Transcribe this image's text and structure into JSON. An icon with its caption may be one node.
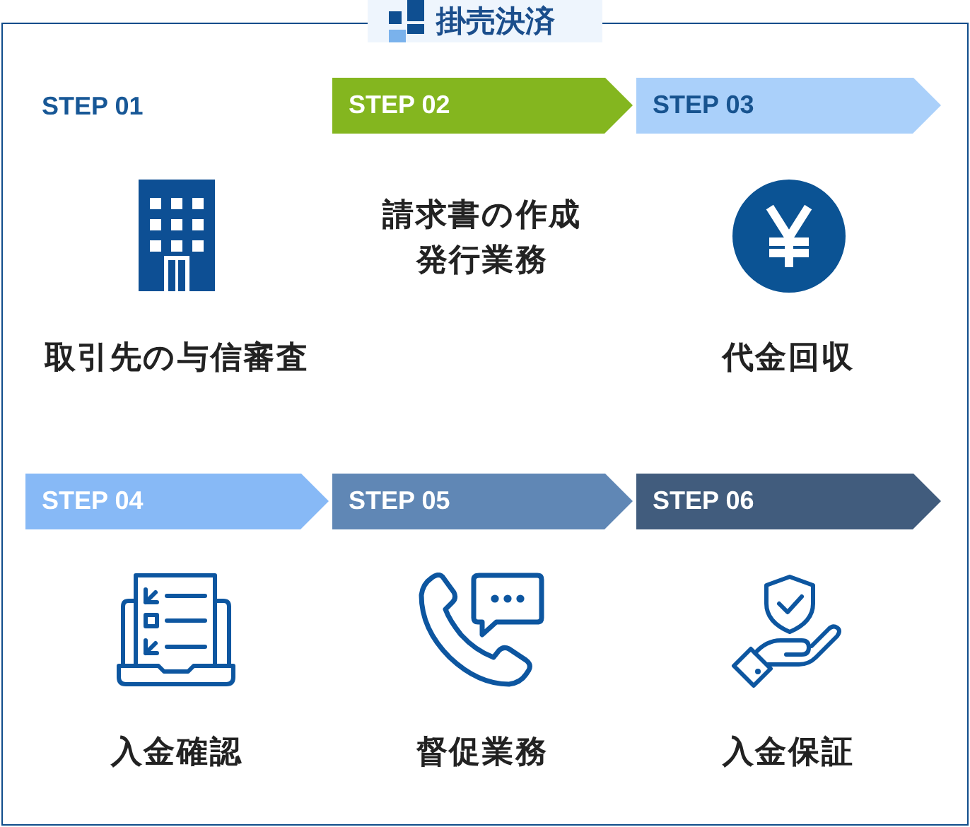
{
  "diagram": {
    "nodes": [
      {
        "text": [
          "掛売決済"
        ]
      },
      {
        "text": [
          "STEP 01",
          "取引先の与信審査"
        ],
        "in": 0
      },
      {
        "text": [
          "STEP 02",
          "請求書の作成発行業務"
        ],
        "in": 0
      },
      {
        "text": [
          "STEP 03",
          "代金回収"
        ],
        "in": 0
      },
      {
        "text": [
          "STEP 04",
          "入金確認"
        ],
        "in": 0
      },
      {
        "text": [
          "STEP 05",
          "督促業務"
        ],
        "in": 0
      },
      {
        "text": [
          "STEP 06",
          "入金保証"
        ],
        "in": 0
      }
    ]
  }
}
